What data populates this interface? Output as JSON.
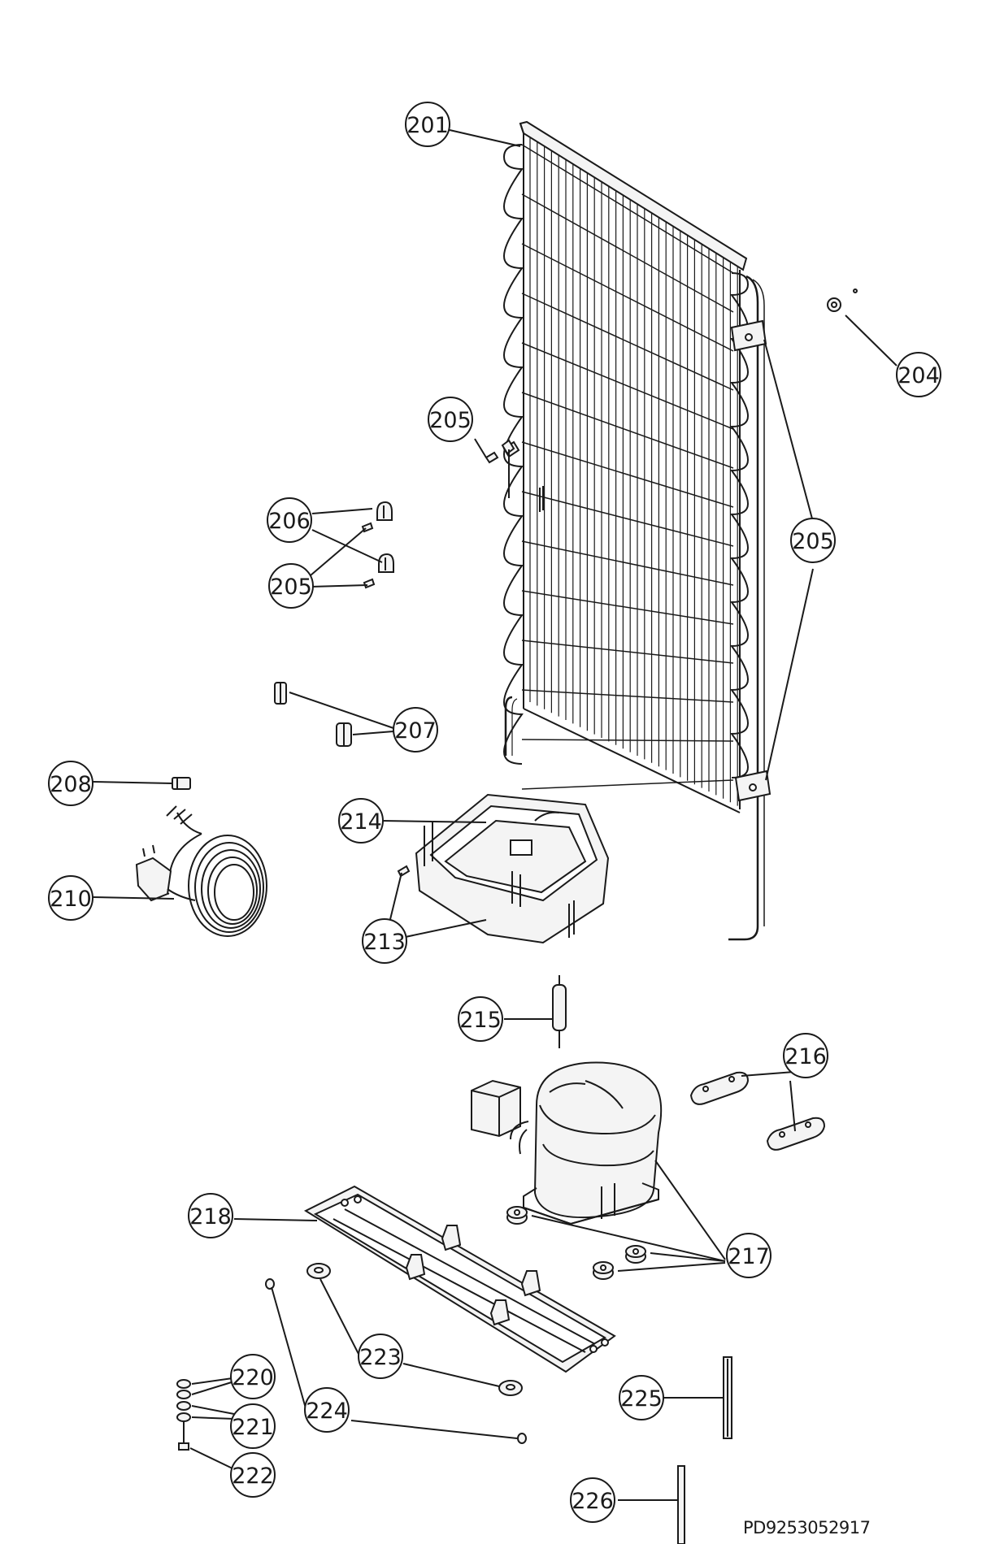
{
  "callouts": [
    {
      "id": "c201",
      "label": "201"
    },
    {
      "id": "c204",
      "label": "204"
    },
    {
      "id": "c205a",
      "label": "205"
    },
    {
      "id": "c205b",
      "label": "205"
    },
    {
      "id": "c205c",
      "label": "205"
    },
    {
      "id": "c206",
      "label": "206"
    },
    {
      "id": "c207",
      "label": "207"
    },
    {
      "id": "c208",
      "label": "208"
    },
    {
      "id": "c210",
      "label": "210"
    },
    {
      "id": "c213",
      "label": "213"
    },
    {
      "id": "c214",
      "label": "214"
    },
    {
      "id": "c215",
      "label": "215"
    },
    {
      "id": "c216",
      "label": "216"
    },
    {
      "id": "c217",
      "label": "217"
    },
    {
      "id": "c218",
      "label": "218"
    },
    {
      "id": "c220",
      "label": "220"
    },
    {
      "id": "c221",
      "label": "221"
    },
    {
      "id": "c222",
      "label": "222"
    },
    {
      "id": "c223",
      "label": "223"
    },
    {
      "id": "c224",
      "label": "224"
    },
    {
      "id": "c225",
      "label": "225"
    },
    {
      "id": "c226",
      "label": "226"
    }
  ],
  "document_code": "PD9253052917",
  "colors": {
    "ink": "#1a1a1a",
    "part_fill": "#f4f4f4",
    "background": "#ffffff"
  }
}
